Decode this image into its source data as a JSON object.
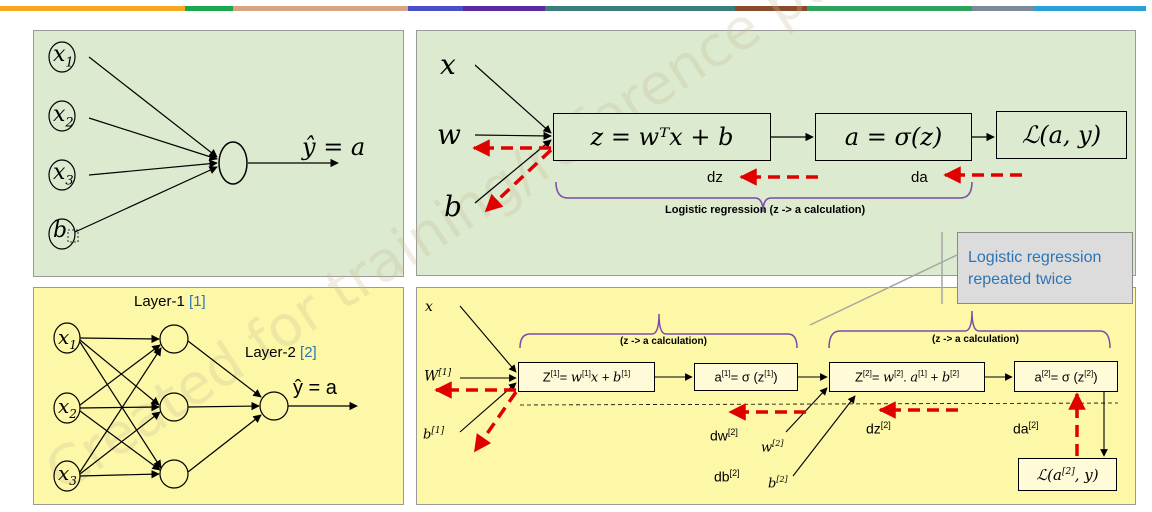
{
  "top_colors": [
    "#f5a623",
    "#1aa84f",
    "#d6a47e",
    "#4a4ec8",
    "#5b2a9e",
    "#3a7d7a",
    "#8a4b2a",
    "#2ea35b",
    "#7a8a99",
    "#2aa0d8"
  ],
  "panel1": {
    "x1": "x",
    "x1s": "1",
    "x2": "x",
    "x2s": "2",
    "x3": "x",
    "x3s": "3",
    "b": "b",
    "yhat": "ŷ = a"
  },
  "panel2": {
    "x": "x",
    "w": "w",
    "b": "b",
    "box_z": "z = wᵀx + b",
    "box_a": "a = σ(z)",
    "box_L": "ℒ(a, y)",
    "dz": "dz",
    "da": "da",
    "brace_label": "Logistic regression (z -> a calculation)"
  },
  "note": "Logistic regression repeated twice",
  "panel3": {
    "layer1": "Layer-1",
    "layer1_idx": "[1]",
    "layer2": "Layer-2",
    "layer2_idx": "[2]",
    "x1": "x",
    "x2": "x",
    "x3": "x",
    "yhat": "ŷ = a"
  },
  "panel4": {
    "x": "x",
    "W1": "W",
    "W1s": "[1]",
    "b1": "b",
    "b1s": "[1]",
    "brace1": "(z -> a calculation)",
    "brace2": "(z -> a calculation)",
    "box_z1": "Z[1]= w[1]x + b[1]",
    "box_a1": "a[1]= σ (z[1])",
    "box_z2": "Z[2]= w[2]. a[1] + b[2]",
    "box_a2": "a[2]= σ (z[2])",
    "box_L": "ℒ(a[2], y)",
    "dw2": "dw[2]",
    "db2": "db[2]",
    "w2": "w[2]",
    "b2": "b[2]",
    "dz2": "dz[2]",
    "da2": "da[2]"
  },
  "watermark": "Created for training/reference purposes"
}
